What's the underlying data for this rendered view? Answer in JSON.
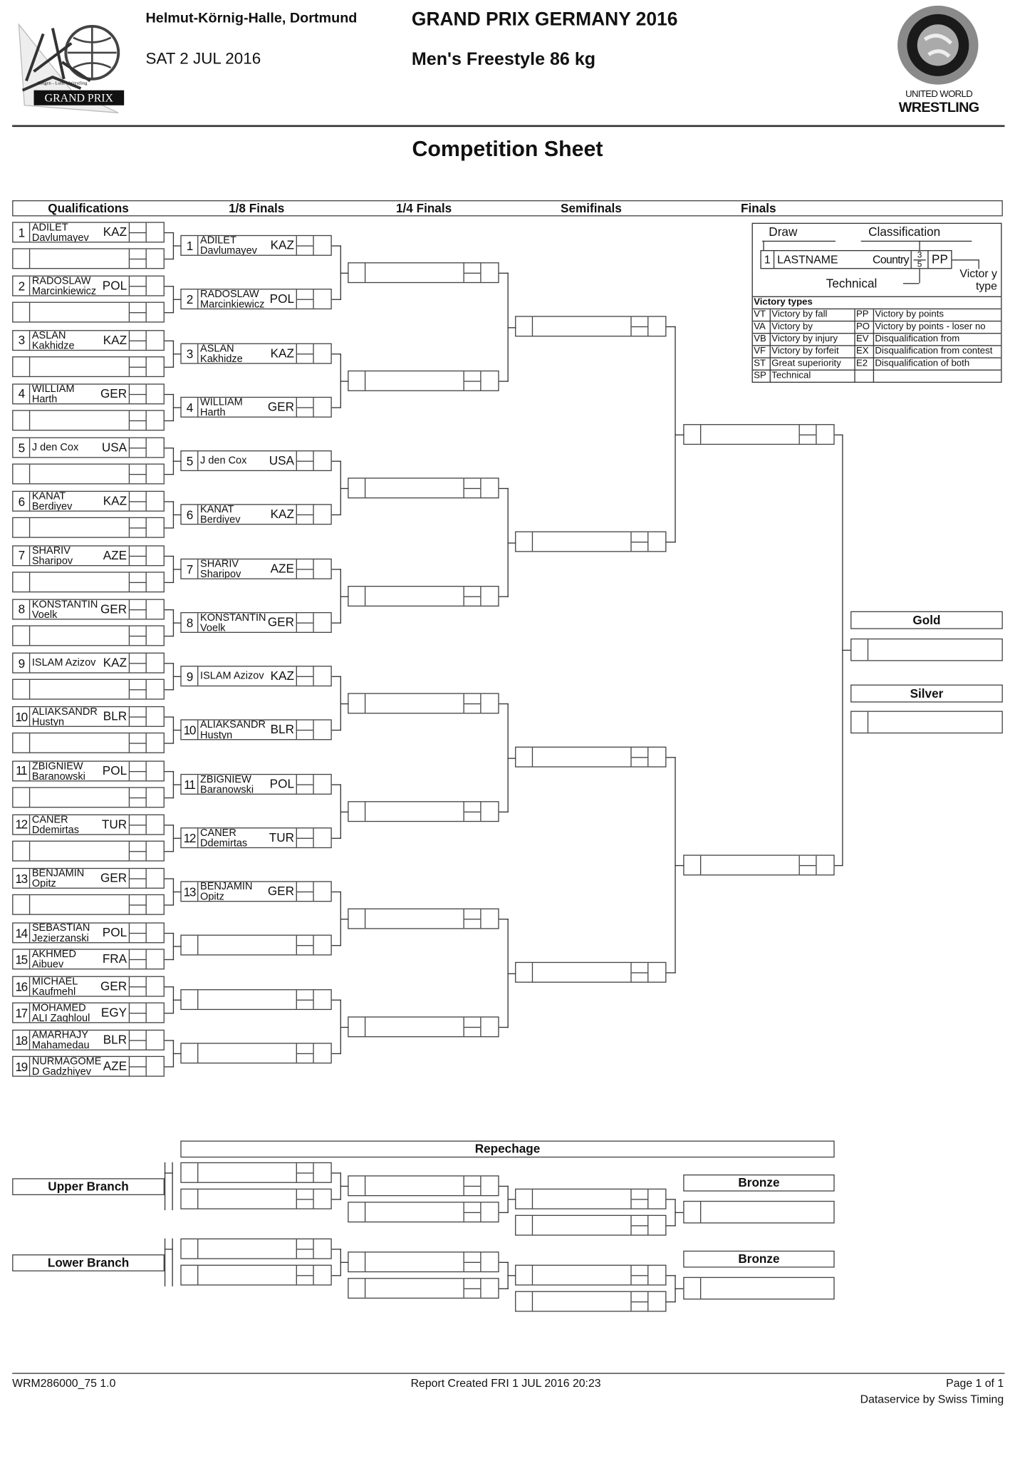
{
  "header": {
    "venue": "Helmut-Körnig-Halle, Dortmund",
    "date": "SAT 2 JUL 2016",
    "event": "GRAND PRIX GERMANY 2016",
    "category": "Men's Freestyle 86 kg"
  },
  "logos": {
    "left_banner": "GRAND PRIX",
    "left_sub": "Ringen - Lutte - Wrestling",
    "right_line1": "UNITED WORLD",
    "right_line2": "WRESTLING"
  },
  "title": "Competition Sheet",
  "rounds": [
    "Qualifications",
    "1/8 Finals",
    "1/4 Finals",
    "Semifinals",
    "Finals"
  ],
  "qualifications": [
    {
      "draw": "1",
      "line1": "ADILET",
      "line2": "Davlumayev",
      "country": "KAZ"
    },
    {
      "draw": "2",
      "line1": "RADOSLAW",
      "line2": "Marcinkiewicz",
      "country": "POL"
    },
    {
      "draw": "3",
      "line1": "ASLAN",
      "line2": "Kakhidze",
      "country": "KAZ"
    },
    {
      "draw": "4",
      "line1": "WILLIAM",
      "line2": "Harth",
      "country": "GER"
    },
    {
      "draw": "5",
      "line1": "J den Cox",
      "line2": "",
      "country": "USA"
    },
    {
      "draw": "6",
      "line1": "KANAT",
      "line2": "Berdiyev",
      "country": "KAZ"
    },
    {
      "draw": "7",
      "line1": "SHARIV",
      "line2": "Sharipov",
      "country": "AZE"
    },
    {
      "draw": "8",
      "line1": "KONSTANTIN",
      "line2": "Voelk",
      "country": "GER"
    },
    {
      "draw": "9",
      "line1": "ISLAM Azizov",
      "line2": "",
      "country": "KAZ"
    },
    {
      "draw": "10",
      "line1": "ALIAKSANDR",
      "line2": "Hustyn",
      "country": "BLR"
    },
    {
      "draw": "11",
      "line1": "ZBIGNIEW",
      "line2": "Baranowski",
      "country": "POL"
    },
    {
      "draw": "12",
      "line1": "CANER",
      "line2": "Ddemirtas",
      "country": "TUR"
    },
    {
      "draw": "13",
      "line1": "BENJAMIN",
      "line2": "Opitz",
      "country": "GER"
    },
    {
      "draw": "14",
      "line1": "SEBASTIAN",
      "line2": "Jezierzanski",
      "country": "POL"
    },
    {
      "draw": "15",
      "line1": "AKHMED",
      "line2": "Aibuev",
      "country": "FRA"
    },
    {
      "draw": "16",
      "line1": "MICHAEL",
      "line2": "Kaufmehl",
      "country": "GER"
    },
    {
      "draw": "17",
      "line1": "MOHAMED",
      "line2": "ALI Zaghloul",
      "country": "EGY"
    },
    {
      "draw": "18",
      "line1": "AMARHAJY",
      "line2": "Mahamedau",
      "country": "BLR"
    },
    {
      "draw": "19",
      "line1": "NURMAGOME",
      "line2": "D Gadzhiyev",
      "country": "AZE"
    }
  ],
  "eighth_finals": [
    {
      "draw": "1",
      "line1": "ADILET",
      "line2": "Davlumayev",
      "country": "KAZ"
    },
    {
      "draw": "2",
      "line1": "RADOSLAW",
      "line2": "Marcinkiewicz",
      "country": "POL"
    },
    {
      "draw": "3",
      "line1": "ASLAN",
      "line2": "Kakhidze",
      "country": "KAZ"
    },
    {
      "draw": "4",
      "line1": "WILLIAM",
      "line2": "Harth",
      "country": "GER"
    },
    {
      "draw": "5",
      "line1": "J den Cox",
      "line2": "",
      "country": "USA"
    },
    {
      "draw": "6",
      "line1": "KANAT",
      "line2": "Berdiyev",
      "country": "KAZ"
    },
    {
      "draw": "7",
      "line1": "SHARIV",
      "line2": "Sharipov",
      "country": "AZE"
    },
    {
      "draw": "8",
      "line1": "KONSTANTIN",
      "line2": "Voelk",
      "country": "GER"
    },
    {
      "draw": "9",
      "line1": "ISLAM Azizov",
      "line2": "",
      "country": "KAZ"
    },
    {
      "draw": "10",
      "line1": "ALIAKSANDR",
      "line2": "Hustyn",
      "country": "BLR"
    },
    {
      "draw": "11",
      "line1": "ZBIGNIEW",
      "line2": "Baranowski",
      "country": "POL"
    },
    {
      "draw": "12",
      "line1": "CANER",
      "line2": "Ddemirtas",
      "country": "TUR"
    },
    {
      "draw": "13",
      "line1": "BENJAMIN",
      "line2": "Opitz",
      "country": "GER"
    }
  ],
  "legend": {
    "draw": "Draw",
    "classification": "Classification",
    "example_draw": "1",
    "example_name": "LASTNAME",
    "example_country": "Country",
    "example_cp_top": "3",
    "example_cp_bottom": "5",
    "example_type": "PP",
    "technical": "Technical",
    "victory_type": "Victor y type",
    "victory_types_title": "Victory types",
    "types": [
      {
        "code": "VT",
        "desc": "Victory by fall",
        "code2": "PP",
        "desc2": "Victory by points"
      },
      {
        "code": "VA",
        "desc": "Victory by",
        "code2": "PO",
        "desc2": "Victory by points - loser no"
      },
      {
        "code": "VB",
        "desc": "Victory by injury",
        "code2": "EV",
        "desc2": "Disqualification from"
      },
      {
        "code": "VF",
        "desc": "Victory by forfeit",
        "code2": "EX",
        "desc2": "Disqualification from contest"
      },
      {
        "code": "ST",
        "desc": "Great superiority",
        "code2": "E2",
        "desc2": "Disqualification of both"
      },
      {
        "code": "SP",
        "desc": "Technical",
        "code2": "",
        "desc2": ""
      }
    ]
  },
  "medals": {
    "gold": "Gold",
    "silver": "Silver",
    "bronze": "Bronze"
  },
  "repechage": {
    "title": "Repechage",
    "upper": "Upper Branch",
    "lower": "Lower Branch"
  },
  "footer": {
    "code": "WRM286000_75 1.0",
    "report": "Report Created  FRI 1 JUL 2016 20:23",
    "page": "Page 1 of 1",
    "dataservice": "Dataservice by Swiss Timing"
  }
}
